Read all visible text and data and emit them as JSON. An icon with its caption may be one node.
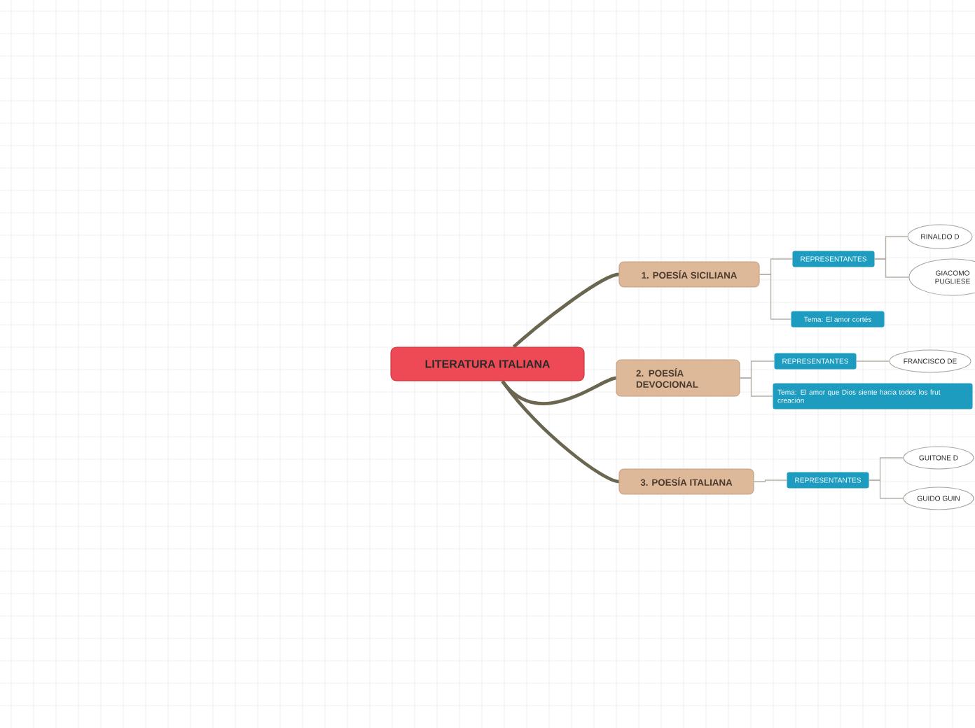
{
  "diagram": {
    "nodes": [
      {
        "text": [
          "LITERATURA ITALIANA"
        ]
      },
      {
        "text": [
          "1. POESÍA SICILIANA"
        ]
      },
      {
        "text": [
          "REPRESENTANTES"
        ]
      },
      {
        "text": [
          "RINALDO D"
        ]
      },
      {
        "text": [
          "GIACOMO PUGLIESE"
        ]
      },
      {
        "text": [
          "Tema: El amor cortés"
        ]
      },
      {
        "text": [
          "2. POESÍA DEVOCIONAL"
        ]
      },
      {
        "text": [
          "REPRESENTANTES"
        ]
      },
      {
        "text": [
          "FRANCISCO DE"
        ]
      },
      {
        "text": [
          "Tema: El amor que Dios siente hacia todos los frut creación"
        ]
      },
      {
        "text": [
          "3. POESÍA ITALIANA"
        ]
      },
      {
        "text": [
          "REPRESENTANTES"
        ]
      },
      {
        "text": [
          "GUITONE D"
        ]
      },
      {
        "text": [
          "GUIDO GUIN"
        ]
      }
    ],
    "edges": [
      {
        "from": 0,
        "to": 1,
        "arrow": "none",
        "style": "thick",
        "color": "#6b6650"
      },
      {
        "from": 0,
        "to": 6,
        "arrow": "none",
        "style": "thick",
        "color": "#6b6650"
      },
      {
        "from": 0,
        "to": 10,
        "arrow": "none",
        "style": "thick",
        "color": "#6b6650"
      },
      {
        "from": 1,
        "to": 2,
        "arrow": "none"
      },
      {
        "from": 2,
        "to": 3,
        "arrow": "none"
      },
      {
        "from": 2,
        "to": 4,
        "arrow": "none"
      },
      {
        "from": 1,
        "to": 5,
        "arrow": "none"
      },
      {
        "from": 6,
        "to": 7,
        "arrow": "none"
      },
      {
        "from": 7,
        "to": 8,
        "arrow": "none"
      },
      {
        "from": 6,
        "to": 9,
        "arrow": "none"
      },
      {
        "from": 10,
        "to": 11,
        "arrow": "none"
      },
      {
        "from": 11,
        "to": 12,
        "arrow": "none"
      },
      {
        "from": 11,
        "to": 13,
        "arrow": "none"
      }
    ]
  }
}
